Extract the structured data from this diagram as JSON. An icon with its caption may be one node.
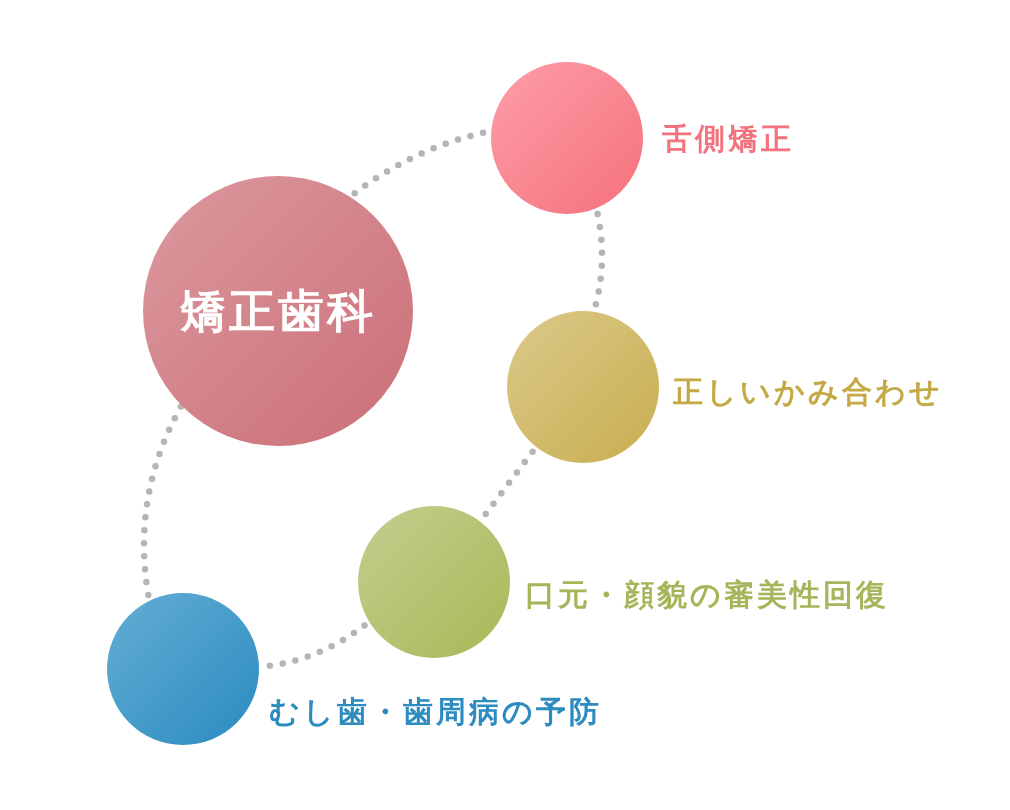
{
  "diagram": {
    "nodes": [
      {
        "text": [
          "矯正歯科"
        ]
      },
      {
        "text": [],
        "shape": "circle",
        "beside": [
          "舌側矯正"
        ]
      },
      {
        "text": [],
        "shape": "circle",
        "beside": [
          "正しいかみ合わせ"
        ]
      },
      {
        "text": [],
        "shape": "circle",
        "beside": [
          "口元・顔貌の審美性回復"
        ]
      },
      {
        "text": [],
        "shape": "circle",
        "beside": [
          "むし歯・歯周病の予防"
        ]
      }
    ],
    "edges": [
      {
        "from": 0,
        "to": 1,
        "arrow": "none"
      },
      {
        "from": 1,
        "to": 2,
        "arrow": "none"
      },
      {
        "from": 2,
        "to": 3,
        "arrow": "none"
      },
      {
        "from": 3,
        "to": 4,
        "arrow": "none"
      },
      {
        "from": 4,
        "to": 0,
        "arrow": "none"
      }
    ]
  }
}
